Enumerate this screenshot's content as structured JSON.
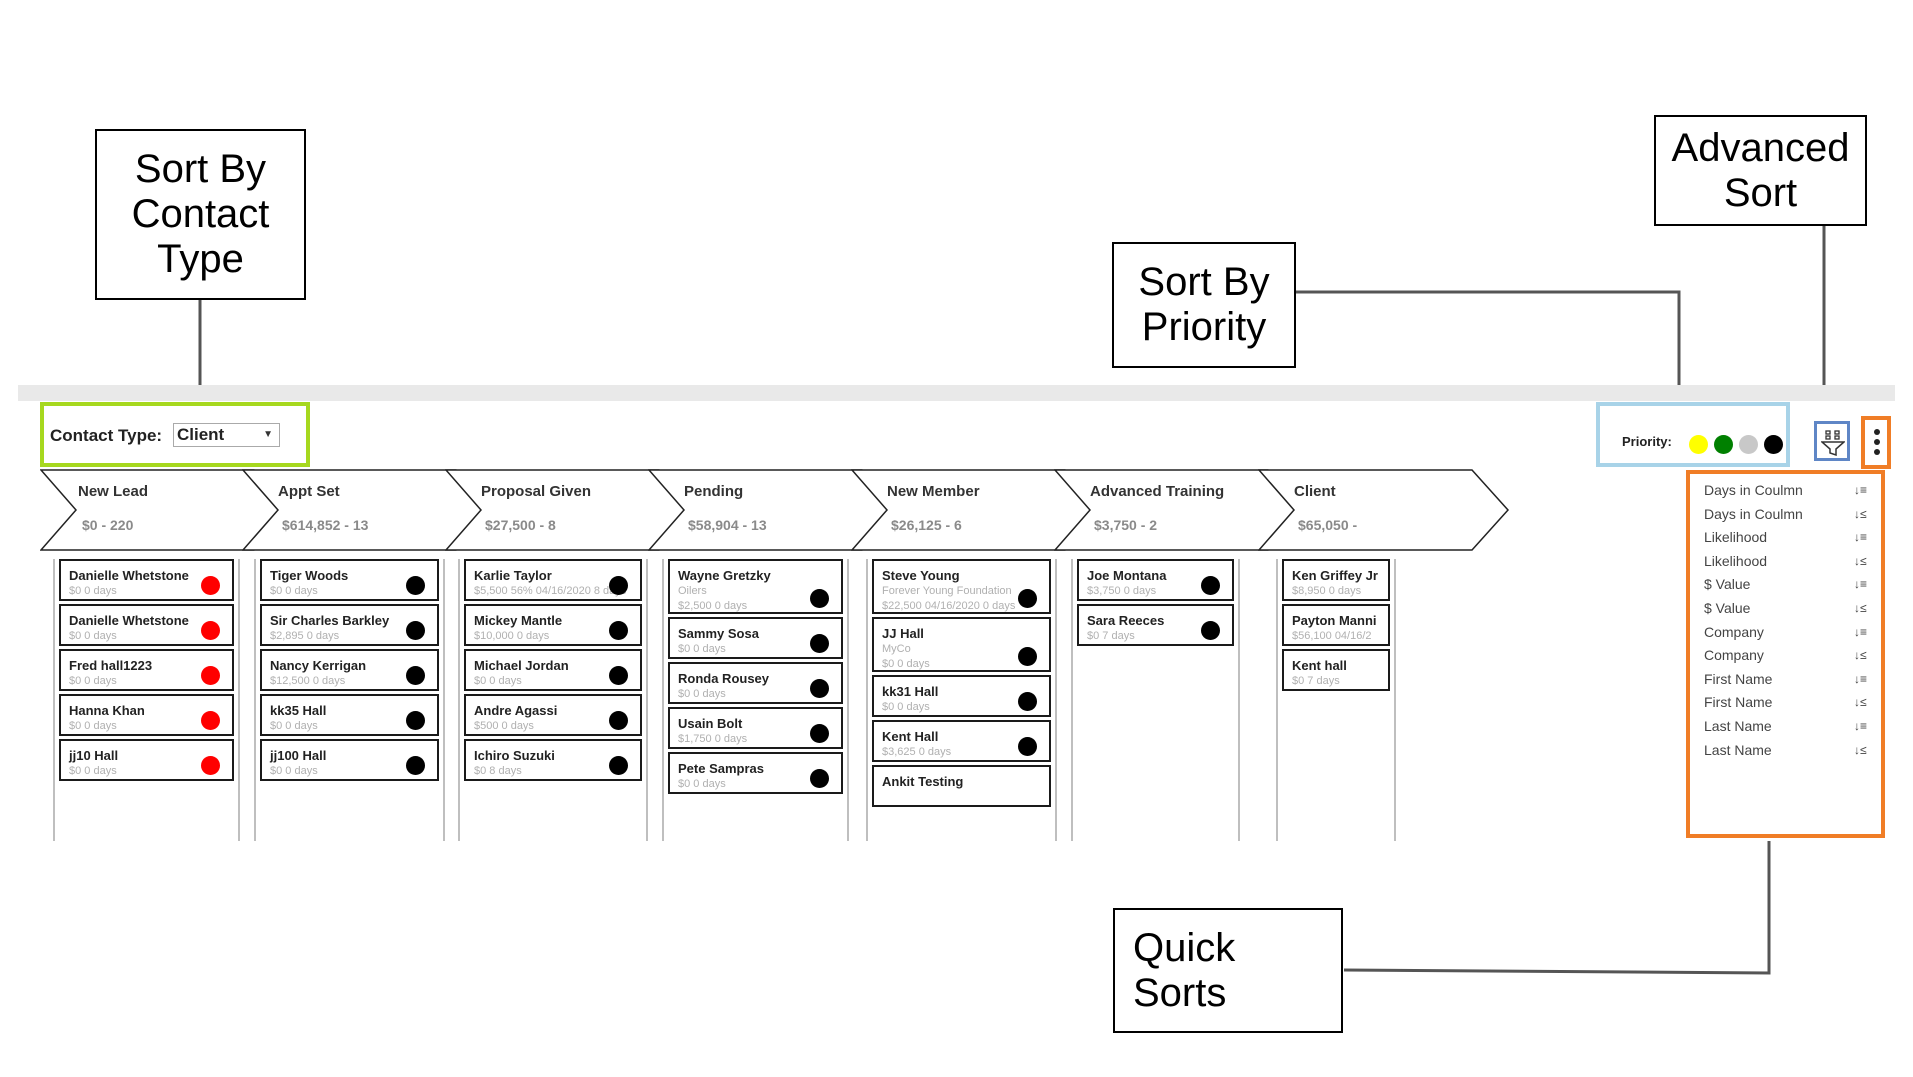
{
  "callouts": {
    "contact_type": "Sort By\nContact\nType",
    "priority": "Sort By\nPriority",
    "advanced": "Advanced\nSort",
    "quick": "Quick\nSorts"
  },
  "toolbar": {
    "contact_type_label": "Contact Type:",
    "contact_type_value": "Client",
    "priority_label": "Priority:",
    "priority_colors": [
      "#ffff00",
      "#008000",
      "#c8c8c8",
      "#000000"
    ]
  },
  "colors": {
    "green_highlight": "#a6d81e",
    "blue_highlight": "#a8d3e8",
    "orange_highlight": "#f07d26",
    "filter_border": "#5f86c6",
    "priority_red": "#ff0000",
    "priority_black": "#000000"
  },
  "stages": [
    {
      "name": "New Lead",
      "summary": "$0 - 220",
      "cards": [
        {
          "name": "Danielle Whetstone",
          "lines": [
            "$0 0 days"
          ],
          "dot": "red"
        },
        {
          "name": "Danielle Whetstone",
          "lines": [
            "$0 0 days"
          ],
          "dot": "red"
        },
        {
          "name": "Fred hall1223",
          "lines": [
            "$0 0 days"
          ],
          "dot": "red"
        },
        {
          "name": "Hanna Khan",
          "lines": [
            "$0 0 days"
          ],
          "dot": "red"
        },
        {
          "name": "jj10 Hall",
          "lines": [
            "$0 0 days"
          ],
          "dot": "red"
        }
      ]
    },
    {
      "name": "Appt Set",
      "summary": "$614,852 - 13",
      "cards": [
        {
          "name": "Tiger Woods",
          "lines": [
            "$0 0 days"
          ],
          "dot": "black"
        },
        {
          "name": "Sir Charles Barkley",
          "lines": [
            "$2,895 0 days"
          ],
          "dot": "black"
        },
        {
          "name": "Nancy Kerrigan",
          "lines": [
            "$12,500 0 days"
          ],
          "dot": "black"
        },
        {
          "name": "kk35 Hall",
          "lines": [
            "$0 0 days"
          ],
          "dot": "black"
        },
        {
          "name": "jj100 Hall",
          "lines": [
            "$0 0 days"
          ],
          "dot": "black"
        }
      ]
    },
    {
      "name": "Proposal Given",
      "summary": "$27,500 - 8",
      "cards": [
        {
          "name": "Karlie Taylor",
          "lines": [
            "$5,500 56% 04/16/2020 8 days"
          ],
          "dot": "black"
        },
        {
          "name": "Mickey Mantle",
          "lines": [
            "$10,000 0 days"
          ],
          "dot": "black"
        },
        {
          "name": "Michael Jordan",
          "lines": [
            "$0 0 days"
          ],
          "dot": "black"
        },
        {
          "name": "Andre Agassi",
          "lines": [
            "$500 0 days"
          ],
          "dot": "black"
        },
        {
          "name": "Ichiro Suzuki",
          "lines": [
            "$0 8 days"
          ],
          "dot": "black"
        }
      ]
    },
    {
      "name": "Pending",
      "summary": "$58,904 - 13",
      "cards": [
        {
          "name": "Wayne Gretzky",
          "lines": [
            "Oilers",
            "$2,500 0 days"
          ],
          "dot": "black"
        },
        {
          "name": "Sammy Sosa",
          "lines": [
            "$0 0 days"
          ],
          "dot": "black"
        },
        {
          "name": "Ronda Rousey",
          "lines": [
            "$0 0 days"
          ],
          "dot": "black"
        },
        {
          "name": "Usain Bolt",
          "lines": [
            "$1,750 0 days"
          ],
          "dot": "black"
        },
        {
          "name": "Pete Sampras",
          "lines": [
            "$0 0 days"
          ],
          "dot": "black"
        }
      ]
    },
    {
      "name": "New Member",
      "summary": "$26,125 - 6",
      "cards": [
        {
          "name": "Steve Young",
          "lines": [
            "Forever Young Foundation",
            "$22,500 04/16/2020 0 days"
          ],
          "dot": "black"
        },
        {
          "name": "JJ Hall",
          "lines": [
            "MyCo",
            "$0 0 days"
          ],
          "dot": "black"
        },
        {
          "name": "kk31 Hall",
          "lines": [
            "$0 0 days"
          ],
          "dot": "black"
        },
        {
          "name": "Kent Hall",
          "lines": [
            "$3,625 0 days"
          ],
          "dot": "black"
        },
        {
          "name": "Ankit Testing",
          "lines": [],
          "dot": ""
        }
      ]
    },
    {
      "name": "Advanced Training",
      "summary": "$3,750 - 2",
      "cards": [
        {
          "name": "Joe Montana",
          "lines": [
            "$3,750 0 days"
          ],
          "dot": "black"
        },
        {
          "name": "Sara Reeces",
          "lines": [
            "$0 7 days"
          ],
          "dot": "black"
        }
      ]
    },
    {
      "name": "Client",
      "summary": "$65,050 -",
      "cards": [
        {
          "name": "Ken Griffey Jr",
          "lines": [
            "$8,950 0 days"
          ],
          "dot": ""
        },
        {
          "name": "Payton Manni",
          "lines": [
            "$56,100 04/16/2"
          ],
          "dot": ""
        },
        {
          "name": "Kent hall",
          "lines": [
            "$0 7 days"
          ],
          "dot": ""
        }
      ]
    }
  ],
  "quick_sorts": [
    {
      "label": "Days in Coulmn",
      "icon": "sort-descending-icon"
    },
    {
      "label": "Days in Coulmn",
      "icon": "sort-ascending-icon"
    },
    {
      "label": "Likelihood",
      "icon": "sort-descending-icon"
    },
    {
      "label": "Likelihood",
      "icon": "sort-ascending-icon"
    },
    {
      "label": "$ Value",
      "icon": "sort-descending-icon"
    },
    {
      "label": "$ Value",
      "icon": "sort-ascending-icon"
    },
    {
      "label": "Company",
      "icon": "sort-descending-icon"
    },
    {
      "label": "Company",
      "icon": "sort-ascending-icon"
    },
    {
      "label": "First Name",
      "icon": "sort-descending-icon"
    },
    {
      "label": "First Name",
      "icon": "sort-ascending-icon"
    },
    {
      "label": "Last Name",
      "icon": "sort-descending-icon"
    },
    {
      "label": "Last Name",
      "icon": "sort-ascending-icon"
    }
  ]
}
